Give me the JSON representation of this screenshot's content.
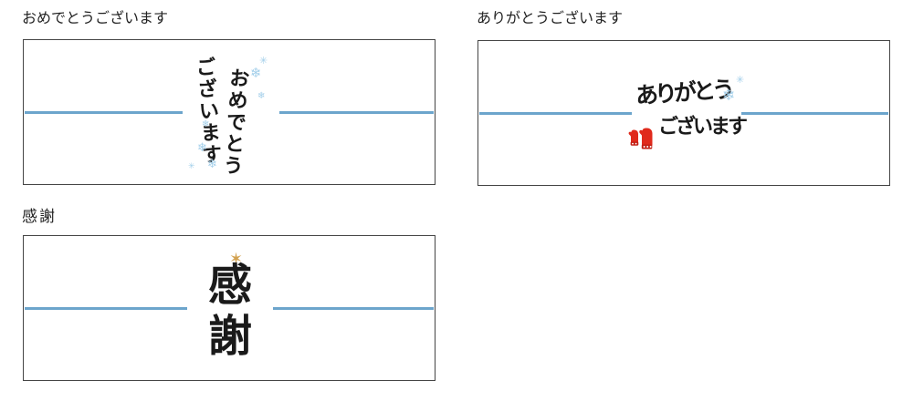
{
  "colors": {
    "page_background": "#ffffff",
    "box_background": "#ffffff",
    "box_border": "#454545",
    "label_text": "#222222",
    "ink_black": "#1a1a1a",
    "ribbon_blue": "#6ca5cc",
    "snowflake_blue": "#a3cfea",
    "star_gold": "#d2a14f",
    "mitten_red": "#e02a1c",
    "mitten_red_dark": "#c32015"
  },
  "icons": {
    "snowflake": "❄",
    "sparkle": "✳",
    "six_point_star": "✶"
  },
  "cards": [
    {
      "label": "おめでとうございます",
      "artwork": {
        "column_right": "おめでとう",
        "column_left": "ございます",
        "decorations": [
          "light-blue snowflakes"
        ]
      }
    },
    {
      "label": "ありがとうございます",
      "artwork": {
        "line1": "ありがとう",
        "line2": "ございます",
        "decorations": [
          "light-blue snowflakes",
          "red mittens"
        ]
      }
    },
    {
      "label": "感謝",
      "artwork": {
        "text": "感謝",
        "decorations": [
          "gold star"
        ]
      }
    }
  ]
}
